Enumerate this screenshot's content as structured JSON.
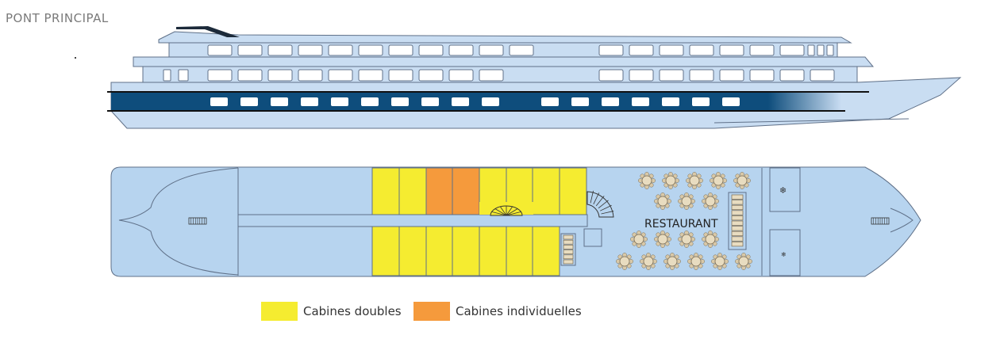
{
  "deck": {
    "title": "PONT PRINCIPAL"
  },
  "plan": {
    "restaurant_label": "RESTAURANT"
  },
  "legend": [
    {
      "label": "Cabines doubles",
      "color": "#f5ec30"
    },
    {
      "label": "Cabines individuelles",
      "color": "#f59a3c"
    }
  ],
  "colors": {
    "hull_fill": "#c9ddf2",
    "deck_fill": "#b7d4ef",
    "hull_stripe": "#0e4d7c",
    "outline": "#5f7088"
  }
}
